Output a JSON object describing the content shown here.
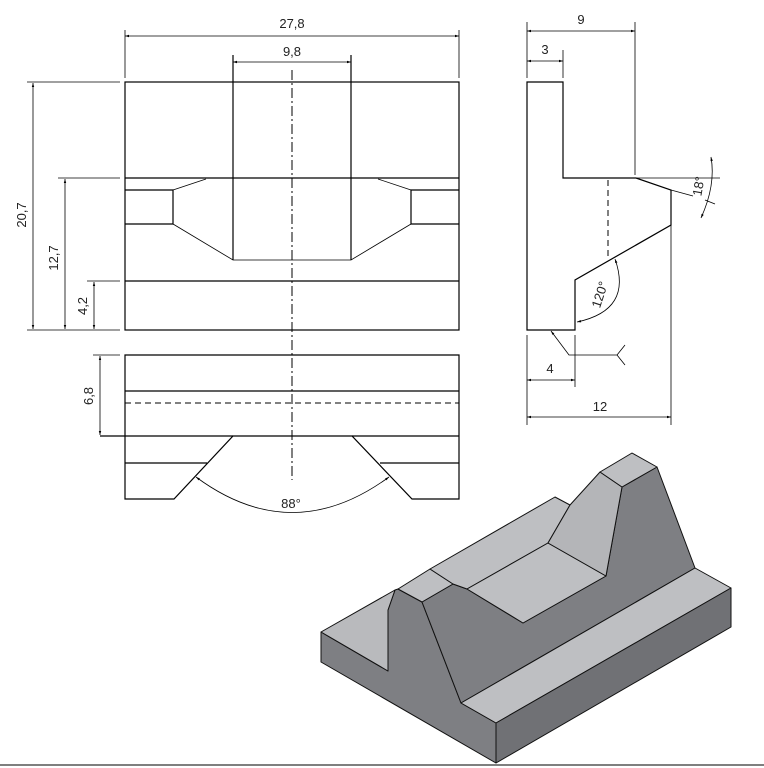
{
  "front_view": {
    "dim_overall_width": "27,8",
    "dim_slot_width": "9,8",
    "dim_overall_height": "20,7",
    "dim_mid_height": "12,7",
    "dim_base_height": "4,2"
  },
  "top_view": {
    "dim_depth": "6,8",
    "angle_vee": "88°"
  },
  "side_view": {
    "dim_upper_width": "9",
    "dim_top_width": "3",
    "dim_step_width": "4",
    "dim_overall_width": "12",
    "angle_top": "18°",
    "angle_inner": "120°"
  },
  "colors": {
    "face_light": "#b9babd",
    "face_mid": "#7e7f83",
    "face_dark": "#707175"
  }
}
